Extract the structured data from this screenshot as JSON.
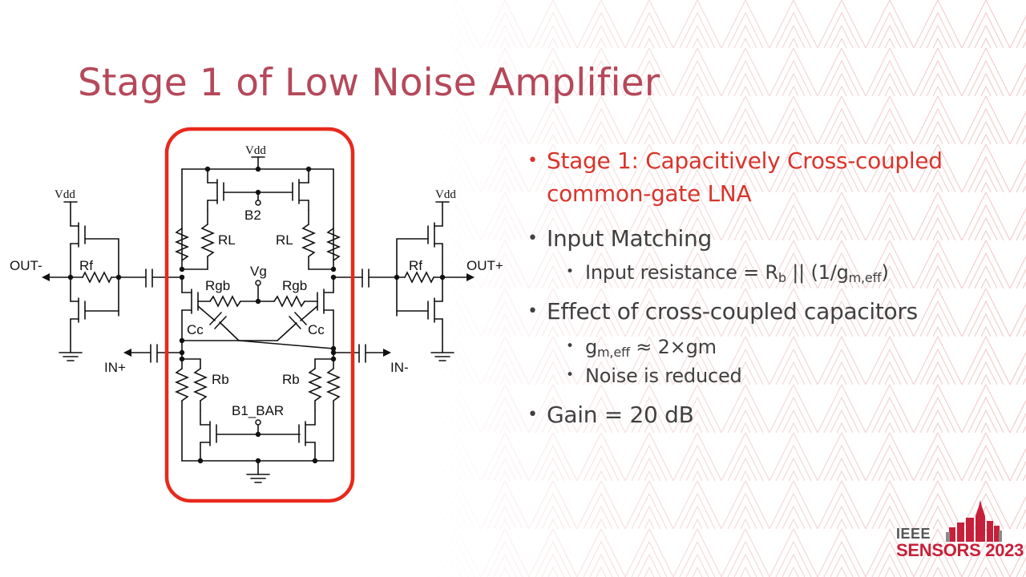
{
  "slide": {
    "title": "Stage 1 of Low Noise Amplifier"
  },
  "schematic": {
    "labels": {
      "vdd_center": "Vdd",
      "vdd_left": "Vdd",
      "vdd_right": "Vdd",
      "b2": "B2",
      "rl_left": "RL",
      "rl_right": "RL",
      "rf_left": "Rf",
      "rf_right": "Rf",
      "out_minus": "OUT-",
      "out_plus": "OUT+",
      "vg": "Vg",
      "rgb_left": "Rgb",
      "rgb_right": "Rgb",
      "cc_left": "Cc",
      "cc_right": "Cc",
      "in_plus": "IN+",
      "in_minus": "IN-",
      "rb_left": "Rb",
      "rb_right": "Rb",
      "b1_bar": "B1_BAR"
    },
    "highlight_color": "#e8291c"
  },
  "bullets": {
    "stage1": "Stage 1: Capacitively Cross-coupled common-gate LNA",
    "input_matching": "Input Matching",
    "input_resistance_prefix": "Input resistance = R",
    "input_resistance_sub_b": "b",
    "input_resistance_mid": " || (1/g",
    "input_resistance_sub_meff": "m,eff",
    "input_resistance_suffix": ")",
    "effect": "Effect of cross-coupled capacitors",
    "gmeff_prefix": "g",
    "gmeff_sub": "m,eff",
    "gmeff_suffix": " ≈ 2×gm",
    "noise": "Noise is reduced",
    "gain": "Gain = 20 dB"
  },
  "logo": {
    "ieee": "IEEE",
    "sensors": "SENSORS 2023"
  },
  "colors": {
    "title": "#b5485a",
    "highlight_bullet": "#d9332a",
    "body_text": "#404040",
    "background_pattern": "#f2cccc"
  }
}
